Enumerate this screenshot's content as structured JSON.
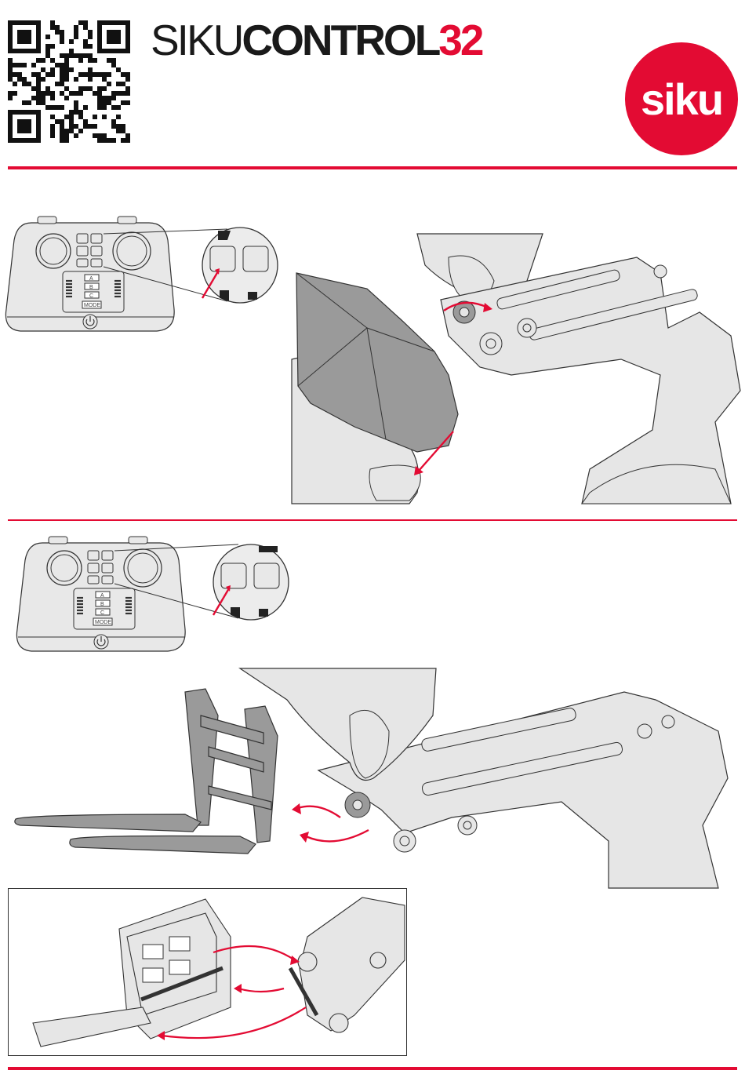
{
  "header": {
    "brand_prefix": "SIKU",
    "brand_main": "CONTROL",
    "brand_number": "32",
    "logo_text": "siku"
  },
  "remote": {
    "buttons": [
      "A",
      "B",
      "C",
      "MODE"
    ]
  },
  "colors": {
    "accent": "#e30b33",
    "line_art": "#3a3a3a",
    "fill_light": "#e6e6e6",
    "fill_part": "#9a9a9a"
  },
  "icons": [
    "qr-code-icon",
    "power-icon",
    "arrow-icon",
    "bucket-icon",
    "forks-icon"
  ]
}
